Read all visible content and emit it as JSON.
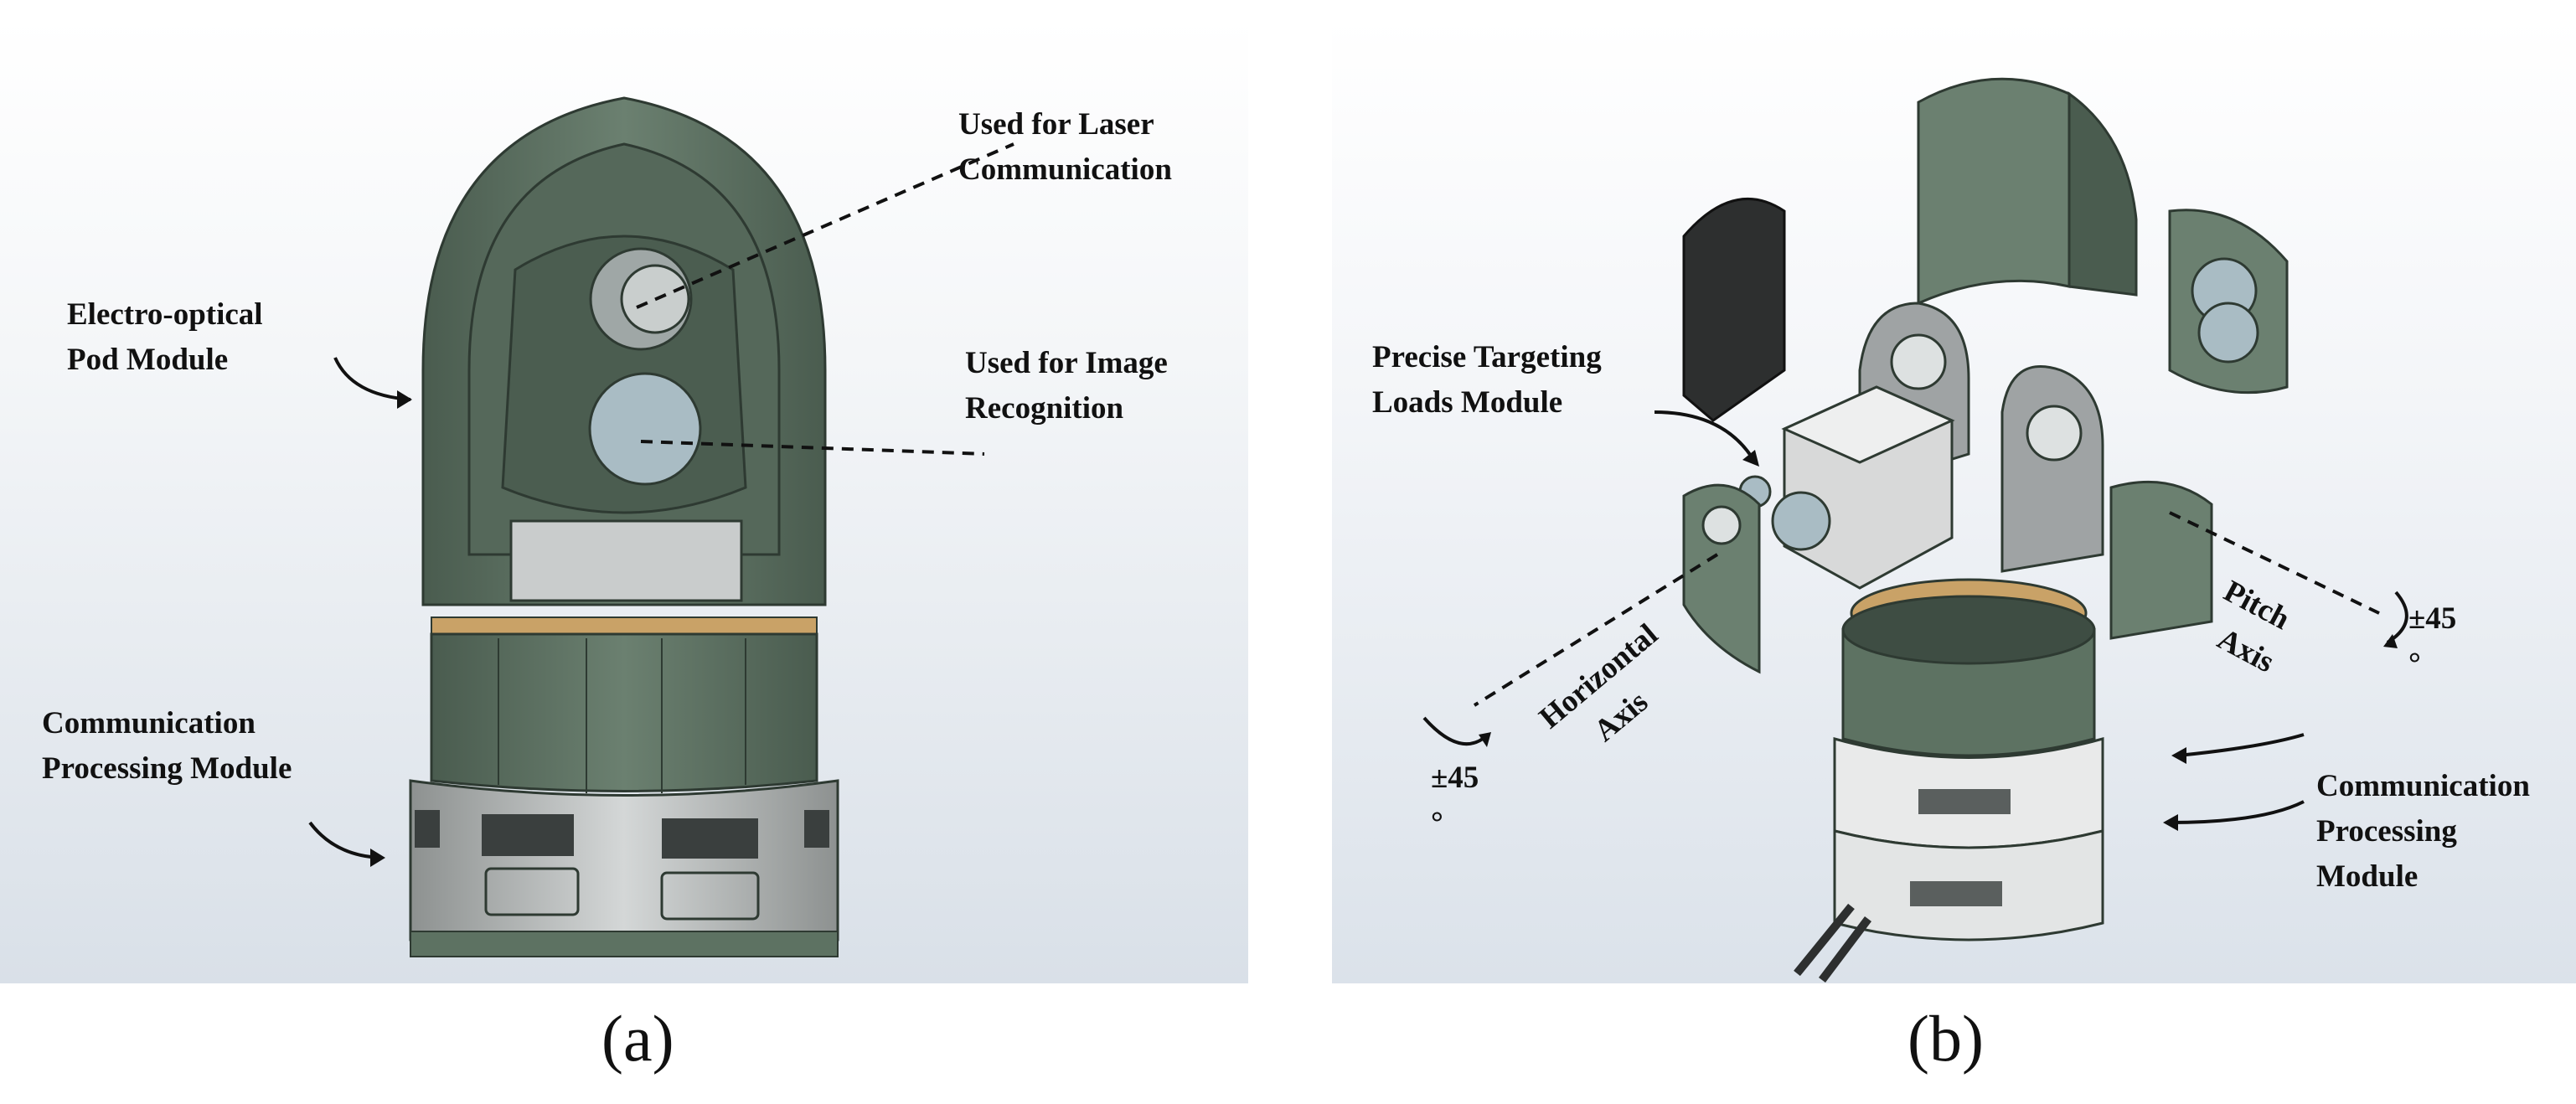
{
  "panel_a": {
    "labels": {
      "laser_l1": "Used for Laser",
      "laser_l2": "Communication",
      "image_l1": "Used for Image",
      "image_l2": "Recognition",
      "pod_l1": "Electro-optical",
      "pod_l2": "Pod Module",
      "comm_l1": "Communication",
      "comm_l2": "Processing Module"
    },
    "caption": "(a)"
  },
  "panel_b": {
    "labels": {
      "targeting_l1": "Precise Targeting",
      "targeting_l2": "Loads Module",
      "horizontal_l1": "Horizontal",
      "horizontal_l2": "Axis",
      "pitch_l1": "Pitch",
      "pitch_l2": "Axis",
      "angle_left": "±45",
      "angle_right": "±45",
      "degree_symbol": "°",
      "comm_l1": "Communication",
      "comm_l2": "Processing",
      "comm_l3": "Module"
    },
    "caption": "(b)"
  },
  "colors": {
    "housing_green": "#5d7262",
    "housing_dark": "#3e4d43",
    "metal_gray": "#c7cacb",
    "lens_blue": "#a9bcc4"
  }
}
